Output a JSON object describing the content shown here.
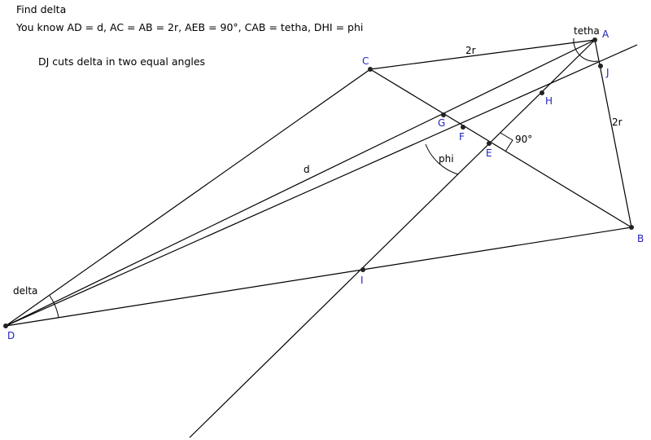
{
  "header": {
    "title": "Find delta",
    "given": "You know AD = d, AC = AB = 2r, AEB = 90°, CAB = tetha, DHI = phi",
    "note": "DJ cuts delta in two equal angles"
  },
  "points": {
    "A": "A",
    "B": "B",
    "C": "C",
    "D": "D",
    "E": "E",
    "F": "F",
    "G": "G",
    "H": "H",
    "I": "I",
    "J": "J"
  },
  "labels": {
    "ac_length": "2r",
    "ab_length": "2r",
    "ad_length": "d",
    "angle_a": "tetha",
    "angle_e": "90°",
    "angle_phi": "phi",
    "angle_d": "delta"
  },
  "colors": {
    "point_label": "#1f1fbf",
    "line": "#000000",
    "text": "#000000"
  }
}
